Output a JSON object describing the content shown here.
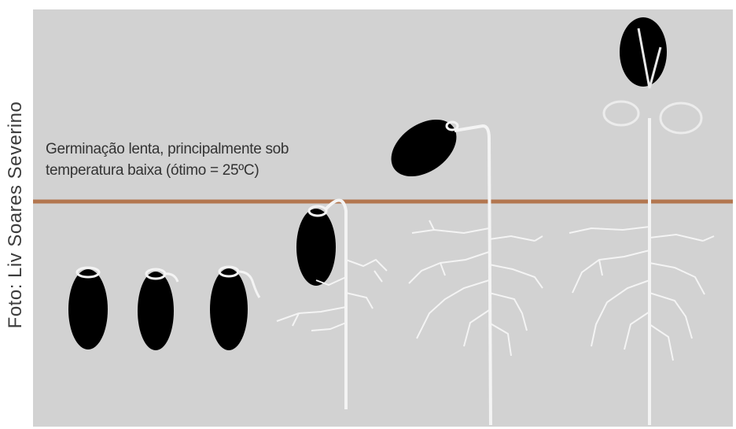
{
  "credit": "Foto: Liv Soares Severino",
  "caption": {
    "line1": "Germinação lenta, principalmente sob",
    "line2": "temperatura baixa (ótimo = 25ºC)"
  },
  "colors": {
    "background": "#d2d2d2",
    "seed": "#000000",
    "root": "#f4f4f4",
    "soil_line": "#b3764f"
  },
  "stages": [
    "seed",
    "seed-radicle-emerging",
    "seed-radicle-curved",
    "seedling-early",
    "seedling-rooted",
    "seedling-cotyledons"
  ]
}
